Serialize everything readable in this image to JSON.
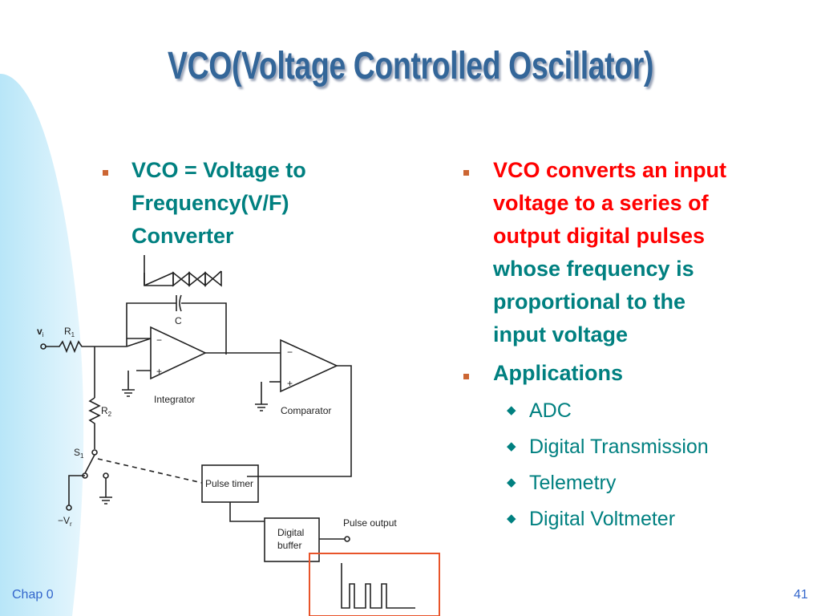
{
  "title": "VCO(Voltage Controlled Oscillator)",
  "left": {
    "lines": [
      "VCO = Voltage to",
      "Frequency(V/F)",
      "Converter"
    ]
  },
  "right": {
    "red_lines": [
      "VCO converts an input",
      "voltage to a series of",
      "output digital pulses"
    ],
    "teal_lines": [
      "whose frequency is",
      "proportional to the",
      "input voltage"
    ],
    "applications_label": "Applications",
    "applications": [
      "ADC",
      "Digital Transmission",
      "Telemetry",
      "Digital Voltmeter"
    ]
  },
  "circuit": {
    "vi": "v",
    "vi_sub": "i",
    "r1": "R",
    "r1_sub": "1",
    "c": "C",
    "r2": "R",
    "r2_sub": "2",
    "s1": "S",
    "s1_sub": "1",
    "neg_v": "−V",
    "neg_v_sub": "r",
    "integrator": "Integrator",
    "comparator": "Comparator",
    "pulse_timer": "Pulse timer",
    "digital": "Digital",
    "buffer": "buffer",
    "pulse_output": "Pulse output",
    "minus": "−",
    "plus": "+"
  },
  "footer": {
    "chapter": "Chap 0",
    "page": "41"
  },
  "colors": {
    "title": "#336699",
    "teal": "#008080",
    "red": "#ff0000",
    "bullet": "#cc6633",
    "footer": "#3366cc",
    "highlight_box": "#e8542a"
  }
}
